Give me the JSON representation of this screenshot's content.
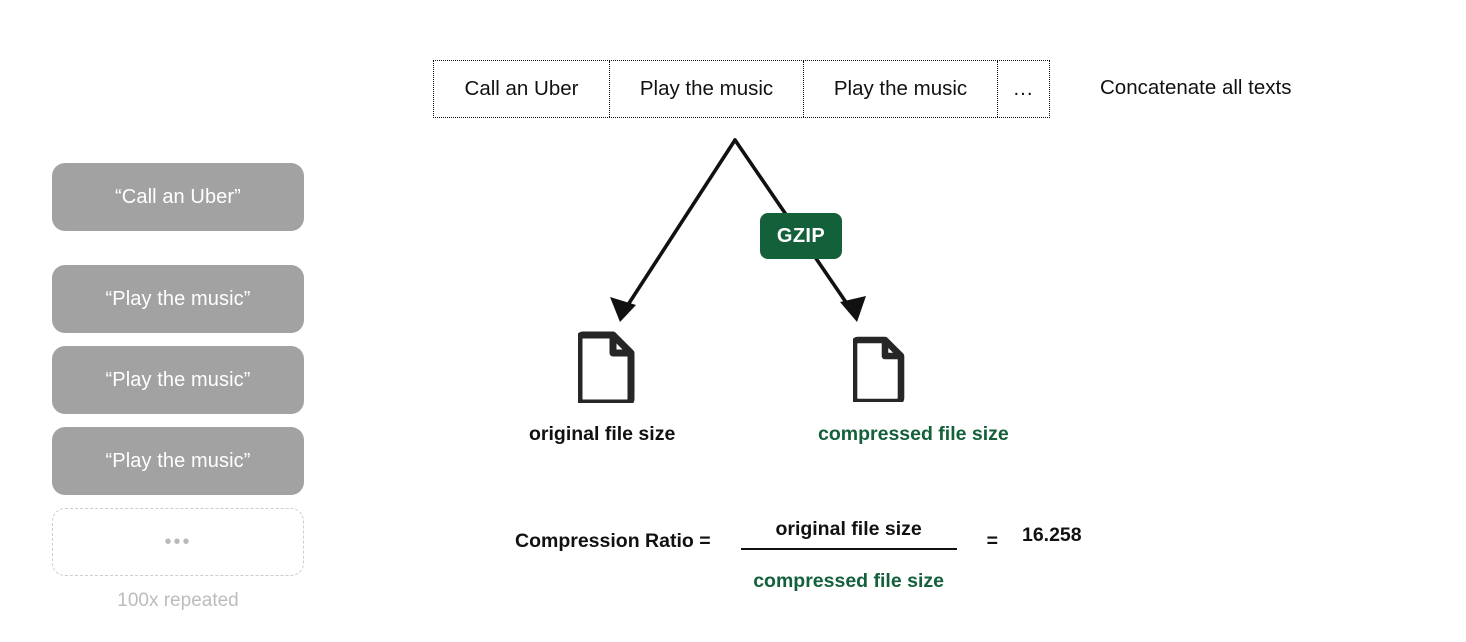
{
  "sidebar": {
    "utterances": [
      {
        "label": "“Call an Uber”"
      },
      {
        "label": "“Play the music”"
      },
      {
        "label": "“Play the music”"
      },
      {
        "label": "“Play the music”"
      }
    ],
    "ellipsis": "•••",
    "repeat_note": "100x repeated",
    "pill_color": "#a2a2a2",
    "pill_text_color": "#ffffff",
    "note_color": "#bcbcbc"
  },
  "concat": {
    "cells": [
      "Call an Uber",
      "Play the music",
      "Play the music",
      "..."
    ],
    "note": "Concatenate all texts"
  },
  "process": {
    "gzip_label": "GZIP",
    "gzip_color": "#14603a",
    "gzip_text_color": "#ffffff"
  },
  "files": {
    "original": {
      "caption": "original file size",
      "icon": "document-icon",
      "color": "#111111"
    },
    "compressed": {
      "caption": "compressed file size",
      "icon": "document-icon",
      "color": "#14603a"
    }
  },
  "formula": {
    "label": "Compression Ratio =",
    "numerator": "original file size",
    "denominator": "compressed file size",
    "equals": "=",
    "result": "16.258",
    "numerator_color": "#111111",
    "denominator_color": "#14603a"
  }
}
